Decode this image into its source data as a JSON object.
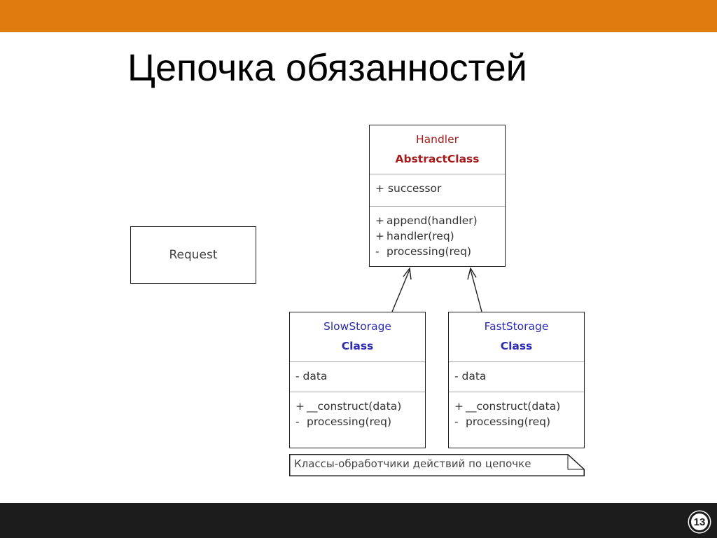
{
  "slide": {
    "title": "Цепочка обязанностей",
    "page_number": "13",
    "colors": {
      "top_bar": "#e07b0e",
      "bottom_bar": "#1c1c1c"
    }
  },
  "diagram": {
    "request": {
      "label": "Request"
    },
    "handler": {
      "name": "Handler",
      "stereotype": "AbstractClass",
      "attributes": [
        {
          "text": "+ successor"
        }
      ],
      "operations": [
        {
          "sign": "+",
          "text": "append(handler)"
        },
        {
          "sign": "+",
          "text": "handler(req)"
        },
        {
          "sign": "-",
          "text": "processing(req)"
        }
      ]
    },
    "slow_storage": {
      "name": "SlowStorage",
      "stereotype": "Class",
      "attributes": [
        {
          "text": "- data"
        }
      ],
      "operations": [
        {
          "sign": "+",
          "text": "__construct(data)"
        },
        {
          "sign": "-",
          "text": "processing(req)"
        }
      ]
    },
    "fast_storage": {
      "name": "FastStorage",
      "stereotype": "Class",
      "attributes": [
        {
          "text": "- data"
        }
      ],
      "operations": [
        {
          "sign": "+",
          "text": "__construct(data)"
        },
        {
          "sign": "-",
          "text": "processing(req)"
        }
      ]
    },
    "note": {
      "text": "Классы-обработчики действий по цепочке"
    },
    "colors": {
      "abstract_class": "#a61c1c",
      "concrete_class": "#2b2bb3"
    }
  }
}
